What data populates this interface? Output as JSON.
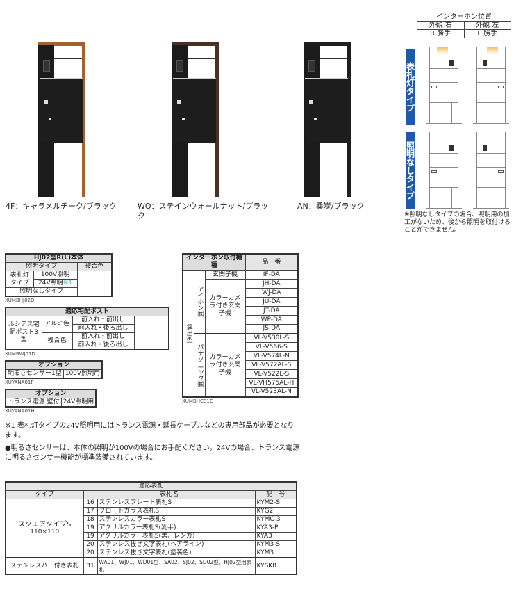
{
  "products": [
    {
      "caption": "4F：キャラメルチーク/ブラック",
      "frame_color": "#a0622e"
    },
    {
      "caption": "WQ：ステインウォールナット/ブラック",
      "frame_color": "#4a2f22"
    },
    {
      "caption": "AN：桑炭/ブラック",
      "frame_color": "#1e1e1e"
    }
  ],
  "intercom_position": {
    "title": "インターホン位置",
    "cols": [
      {
        "view": "外観 右",
        "hand": "R 勝手"
      },
      {
        "view": "外観 左",
        "hand": "L 勝手"
      }
    ],
    "types": [
      "表札灯タイプ",
      "照明なしタイプ"
    ],
    "note": "※照明なしタイプの場合、照明用の加工がないため、後から照明を取付けることができません。"
  },
  "body_table": {
    "title": "HJ02型R(L)本体",
    "col1": "照明タイプ",
    "col2": "複合色",
    "type1": "表札灯タイプ",
    "opt1": "100V照明",
    "opt2": "24V照明",
    "mark": "※1",
    "type2": "照明なしタイプ",
    "code": "XUMBHJ02D"
  },
  "post_table": {
    "title": "適応宅配ポスト",
    "name": "ルシアス宅配ポスト3型",
    "colors": [
      "アルミ色",
      "複合色"
    ],
    "variants": [
      "前入れ・前出し",
      "前入れ・後ろ出し",
      "前入れ・前出し",
      "前入れ・後ろ出し"
    ],
    "code": "XUMBWJ01D"
  },
  "option1": {
    "title": "オプション",
    "name": "明るさセンサー1型",
    "value": "100V照明用",
    "code": "XUYANA01F"
  },
  "option2": {
    "title": "オプション",
    "name": "トランス電源 壁付",
    "value": "24V照明用",
    "code": "XUYANA01H"
  },
  "intercom_table": {
    "header1": "インターホン取付機種",
    "header2": "品　番",
    "group": "露出型",
    "aiphone": "アイホン㈱",
    "panasonic": "パナソニック㈱",
    "entrance": "玄関子機",
    "camera": "カラーカメラ付き玄関子機",
    "aiphone_items": [
      "IF-DA",
      "JH-DA",
      "WJ-DA",
      "JU-DA",
      "JT-DA",
      "WP-DA",
      "JS-DA"
    ],
    "panasonic_items": [
      "VL-V530L-S",
      "VL-V566-S",
      "VL-V574L-N",
      "VL-V572AL-S",
      "VL-V522L-S",
      "VL-VH575AL-H",
      "VL-V523AL-N"
    ],
    "code": "XUMBHC01E"
  },
  "notes": [
    "※1 表札灯タイプの24V照明用にはトランス電源・延長ケーブルなどの専用部品が必要となります。",
    "●明るさセンサーは、本体の照明が100Vの場合にお手配ください。24Vの場合、トランス電源に明るさセンサー機能が標準装備されています。"
  ],
  "nameplate_table": {
    "title": "適応表札",
    "h_type": "タイプ",
    "h_name": "表札名",
    "h_code": "記　号",
    "type1": "スクエアタイプS",
    "type1_size": "110×110",
    "rows": [
      {
        "no": "16",
        "name": "ステンレスプレート表札S",
        "code": "KYM2-S"
      },
      {
        "no": "17",
        "name": "フロートガラス表札S",
        "code": "KYG2"
      },
      {
        "no": "18",
        "name": "ステンレスカラー表札S",
        "code": "KYMC-3"
      },
      {
        "no": "19",
        "name": "アクリルカラー表札S(乳半)",
        "code": "KYA3-P"
      },
      {
        "no": "19",
        "name": "アクリルカラー表札S(黒、レンガ)",
        "code": "KYA3"
      },
      {
        "no": "20",
        "name": "ステンレス抜き文字表札(ヘアライン)",
        "code": "KYM3-S"
      },
      {
        "no": "20",
        "name": "ステンレス抜き文字表札(塗装色)",
        "code": "KYM3"
      }
    ],
    "last": {
      "type": "ステンレスバー付き表札",
      "no": "31",
      "name": "WA01、WJ01、WD01型、SA02、SJ02、SD02型、HJ02型用表札",
      "code": "KYSK8"
    }
  }
}
